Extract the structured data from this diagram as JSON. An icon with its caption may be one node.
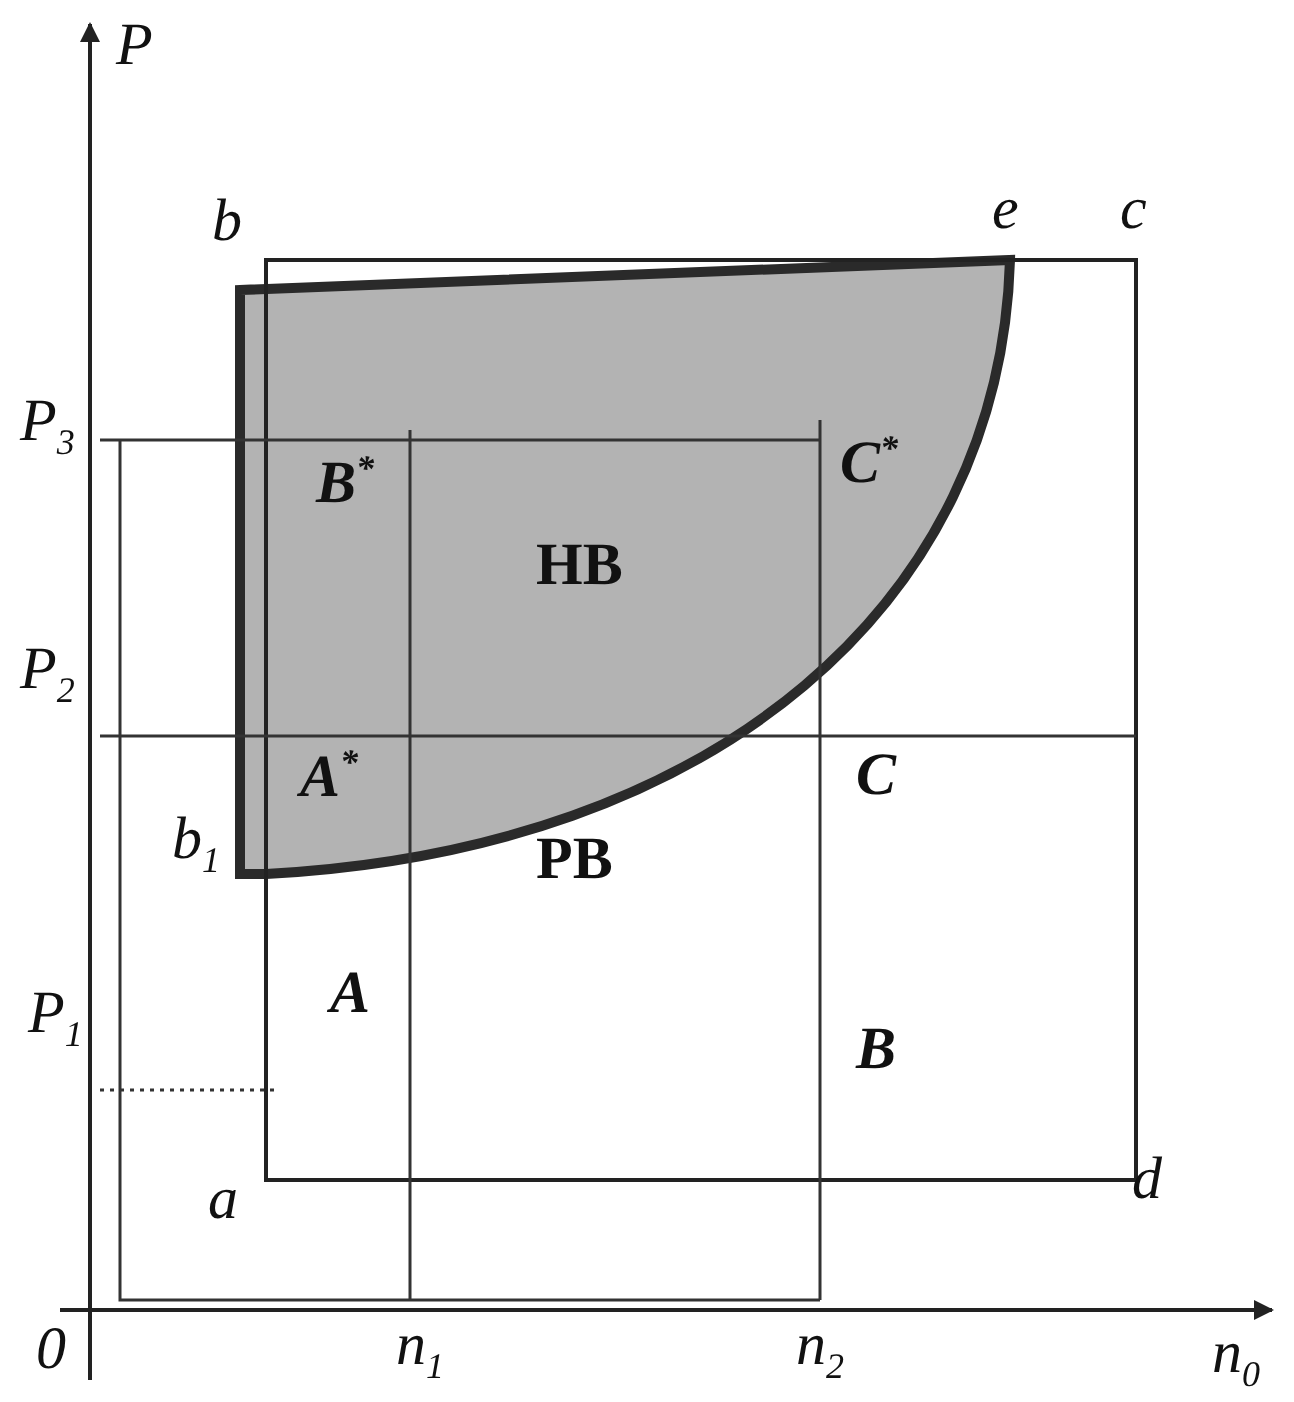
{
  "diagram": {
    "labels": [
      "P",
      "b",
      "e",
      "c",
      "P$_{3}$",
      "B$^{*}$",
      "C$^{*}$",
      "HB",
      "P$_{2}$",
      "A$^{*}$",
      "C",
      "b$_{1}$",
      "PB",
      "P$_{1}$",
      "A",
      "B",
      "a",
      "d",
      "0",
      "n$_{1}$",
      "n$_{2}$",
      "n$_{0}$"
    ]
  }
}
